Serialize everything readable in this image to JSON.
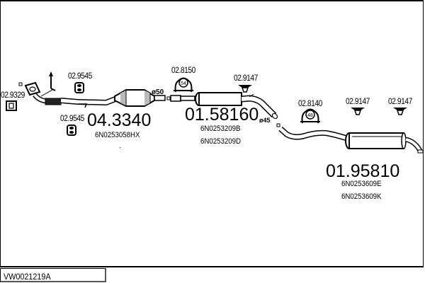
{
  "footer": {
    "reference": "VW0021219A"
  },
  "parts": {
    "front_pipe": {
      "part_no": "04.3340",
      "oem": [
        "6N0253058HX"
      ]
    },
    "center_silencer": {
      "part_no": "01.58160",
      "oem": [
        "6N0253209B",
        "6N0253209D"
      ]
    },
    "rear_silencer": {
      "part_no": "01.95810",
      "oem": [
        "6N0253609E",
        "6N0253609K"
      ]
    }
  },
  "accessories": {
    "gasket_flange": "02.9329",
    "rubber_mount_top": "02.9545",
    "rubber_mount_bottom": "02.9545",
    "clamp_54": {
      "part_no": "02.8150",
      "size": "54"
    },
    "hanger_center": "02.9147",
    "clamp_48": {
      "part_no": "02.8140",
      "size": "48"
    },
    "hanger_rear_1": "02.9147",
    "hanger_rear_2": "02.9147"
  },
  "dimensions": {
    "front_outlet": "ø50",
    "center_outlet": "ø45"
  }
}
